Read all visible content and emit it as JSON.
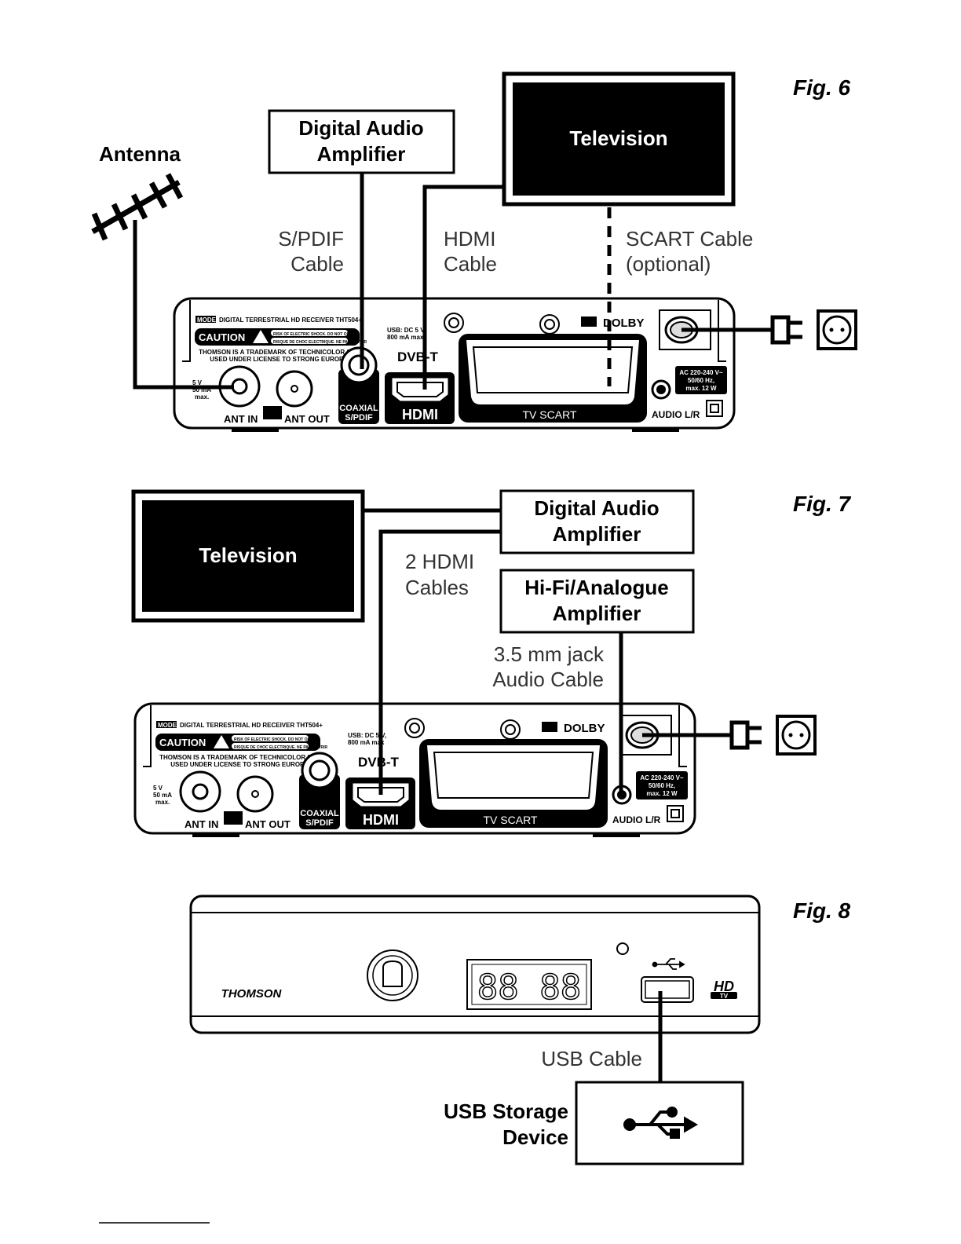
{
  "fig6": {
    "label": "Fig. 6",
    "antenna": "Antenna",
    "amplifier": [
      "Digital Audio",
      "Amplifier"
    ],
    "television": "Television",
    "spdif_cable": [
      "S/PDIF",
      "Cable"
    ],
    "hdmi_cable": [
      "HDMI",
      "Cable"
    ],
    "scart_cable": [
      "SCART Cable",
      "(optional)"
    ]
  },
  "fig7": {
    "label": "Fig. 7",
    "television": "Television",
    "digital_amplifier": [
      "Digital Audio",
      "Amplifier"
    ],
    "hifi_amplifier": [
      "Hi-Fi/Analogue",
      "Amplifier"
    ],
    "hdmi_cables": [
      "2 HDMI",
      "Cables"
    ],
    "jack_cable": [
      "3.5 mm jack",
      "Audio Cable"
    ]
  },
  "fig8": {
    "label": "Fig. 8",
    "brand": "THOMSON",
    "display": "88 88",
    "hd_logo": "HD",
    "tv_logo": "TV",
    "usb_cable": "USB Cable",
    "usb_device": [
      "USB Storage",
      "Device"
    ]
  },
  "panel": {
    "model_tag": "MODEL",
    "model": "DIGITAL TERRESTRIAL HD RECEIVER THT504+",
    "caution": "CAUTION",
    "warn1": "RISK OF ELECTRIC SHOCK. DO NOT OPEN.",
    "warn2": "RISQUE DE CHOC ELECTRIQUE. NE PAS OUVRIR",
    "trademark1": "THOMSON IS A TRADEMARK OF TECHNICOLOR S.A.",
    "trademark2": "USED UNDER LICENSE TO STRONG EUROPE",
    "ant_power": [
      "5 V",
      "50 mA",
      "max."
    ],
    "ant_in": "ANT IN",
    "ant_out": "ANT OUT",
    "coaxial": [
      "COAXIAL",
      "S/PDIF"
    ],
    "usb": [
      "USB: DC 5 V,",
      "800 mA max"
    ],
    "dvb": "DVB-T",
    "hdmi": "HDMI",
    "scart": "TV SCART",
    "dolby": "DOLBY",
    "ac": [
      "AC 220-240 V~",
      "50/60 Hz,",
      "max. 12 W"
    ],
    "audio": "AUDIO L/R"
  }
}
